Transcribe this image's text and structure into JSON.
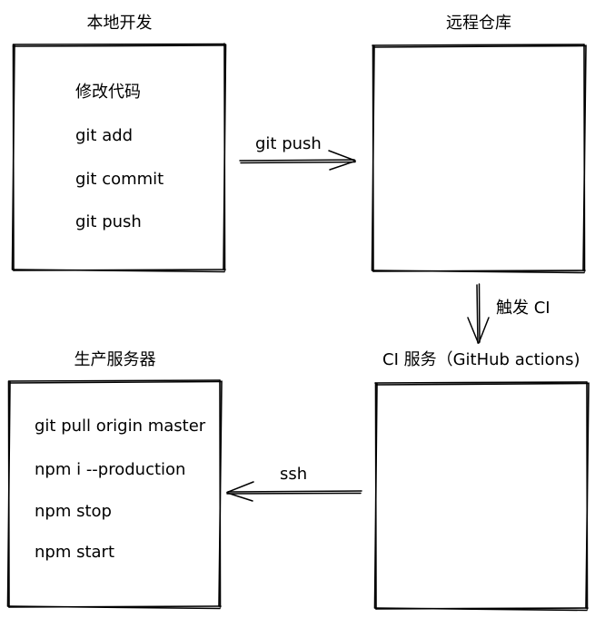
{
  "boxes": {
    "local": {
      "title": "本地开发",
      "lines": [
        "修改代码",
        "git add",
        "git commit",
        "git push"
      ]
    },
    "remote": {
      "title": "远程仓库"
    },
    "prod": {
      "title": "生产服务器",
      "lines": [
        "git pull origin master",
        "npm i --production",
        "npm stop",
        "npm start"
      ]
    },
    "ci": {
      "title": "CI 服务（GitHub actions)"
    }
  },
  "edges": {
    "local_to_remote": "git push",
    "remote_to_ci": "触发 CI",
    "ci_to_prod": "ssh"
  },
  "colors": {
    "ink": "#000000",
    "background": "#ffffff"
  }
}
